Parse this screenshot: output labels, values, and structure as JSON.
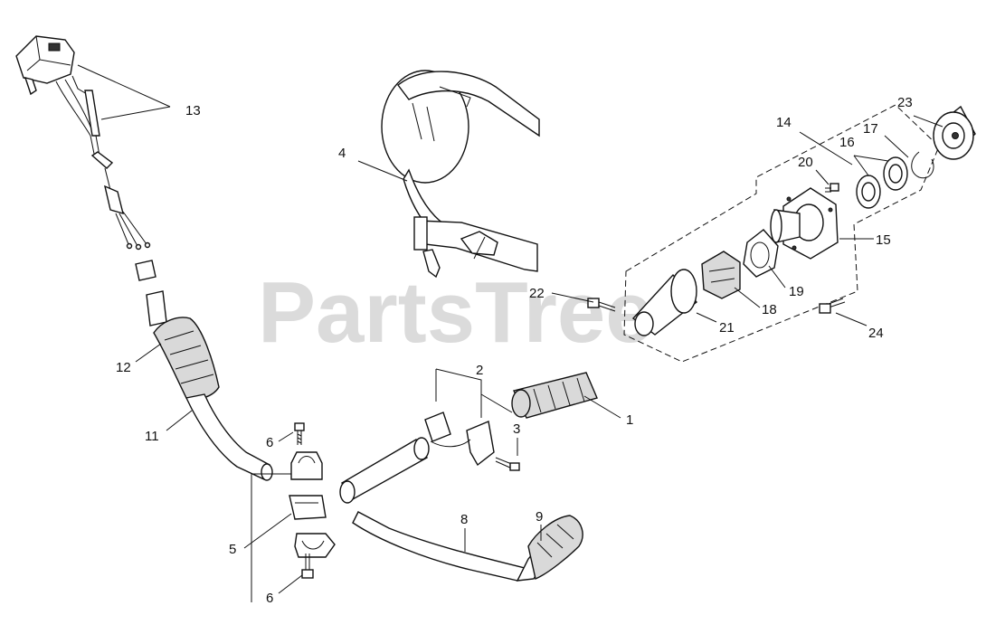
{
  "watermark": "PartsTree",
  "callouts": [
    {
      "id": "c1",
      "text": "1"
    },
    {
      "id": "c2",
      "text": "2"
    },
    {
      "id": "c3",
      "text": "3"
    },
    {
      "id": "c4",
      "text": "4"
    },
    {
      "id": "c5",
      "text": "5"
    },
    {
      "id": "c6a",
      "text": "6"
    },
    {
      "id": "c6b",
      "text": "6"
    },
    {
      "id": "c8",
      "text": "8"
    },
    {
      "id": "c9",
      "text": "9"
    },
    {
      "id": "c11",
      "text": "11"
    },
    {
      "id": "c12",
      "text": "12"
    },
    {
      "id": "c13",
      "text": "13"
    },
    {
      "id": "c14",
      "text": "14"
    },
    {
      "id": "c15",
      "text": "15"
    },
    {
      "id": "c16",
      "text": "16"
    },
    {
      "id": "c17",
      "text": "17"
    },
    {
      "id": "c18",
      "text": "18"
    },
    {
      "id": "c19",
      "text": "19"
    },
    {
      "id": "c20",
      "text": "20"
    },
    {
      "id": "c21",
      "text": "21"
    },
    {
      "id": "c22",
      "text": "22"
    },
    {
      "id": "c23",
      "text": "23"
    },
    {
      "id": "c24",
      "text": "24"
    }
  ]
}
